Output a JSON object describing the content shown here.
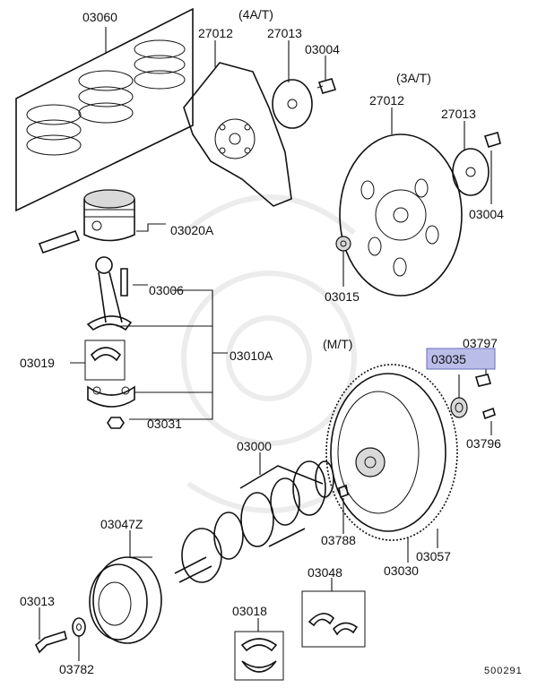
{
  "diagram": {
    "selected_part": "03035",
    "highlight_color": "#b9bde8",
    "drawing_number": "500291",
    "variants": {
      "at4": "(4A/T)",
      "at3": "(3A/T)",
      "mt": "(M/T)"
    },
    "parts": {
      "p03060": "03060",
      "p27012a": "27012",
      "p27013a": "27013",
      "p03004a": "03004",
      "p27012b": "27012",
      "p27013b": "27013",
      "p03004b": "03004",
      "p03020a": "03020A",
      "p03015": "03015",
      "p03006": "03006",
      "p03010a": "03010A",
      "p03019": "03019",
      "p03031": "03031",
      "p03797": "03797",
      "p03035": "03035",
      "p03796": "03796",
      "p03000": "03000",
      "p03047z": "03047Z",
      "p03788": "03788",
      "p03057": "03057",
      "p03030": "03030",
      "p03048": "03048",
      "p03013": "03013",
      "p03018": "03018",
      "p03782": "03782"
    }
  }
}
